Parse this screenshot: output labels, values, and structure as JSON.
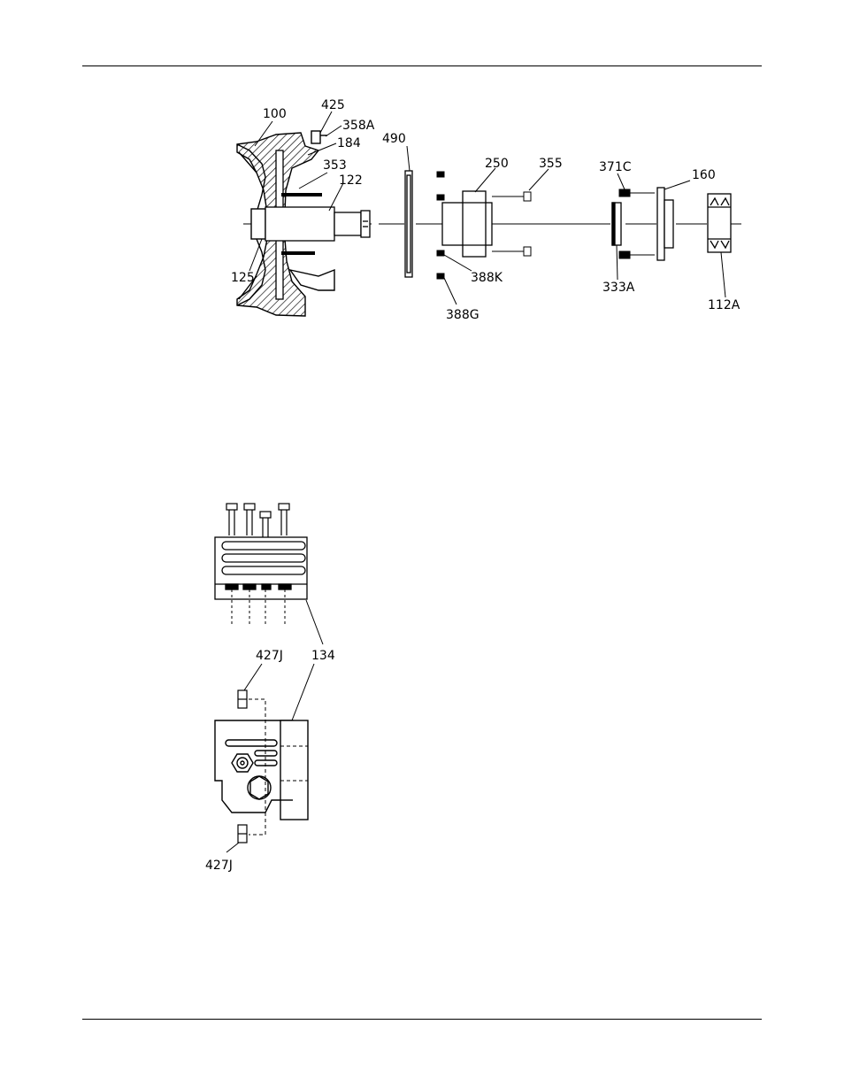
{
  "assembly_view": {
    "callouts": {
      "c100": "100",
      "c425": "425",
      "c358A": "358A",
      "c184": "184",
      "c490": "490",
      "c353": "353",
      "c122": "122",
      "c250": "250",
      "c355": "355",
      "c371C": "371C",
      "c160": "160",
      "c125": "125",
      "c388K": "388K",
      "c333A": "333A",
      "c112A": "112A",
      "c388G": "388G"
    }
  },
  "frame_view": {
    "callouts": {
      "c427J_top": "427J",
      "c134": "134",
      "c427J_bottom": "427J"
    }
  }
}
